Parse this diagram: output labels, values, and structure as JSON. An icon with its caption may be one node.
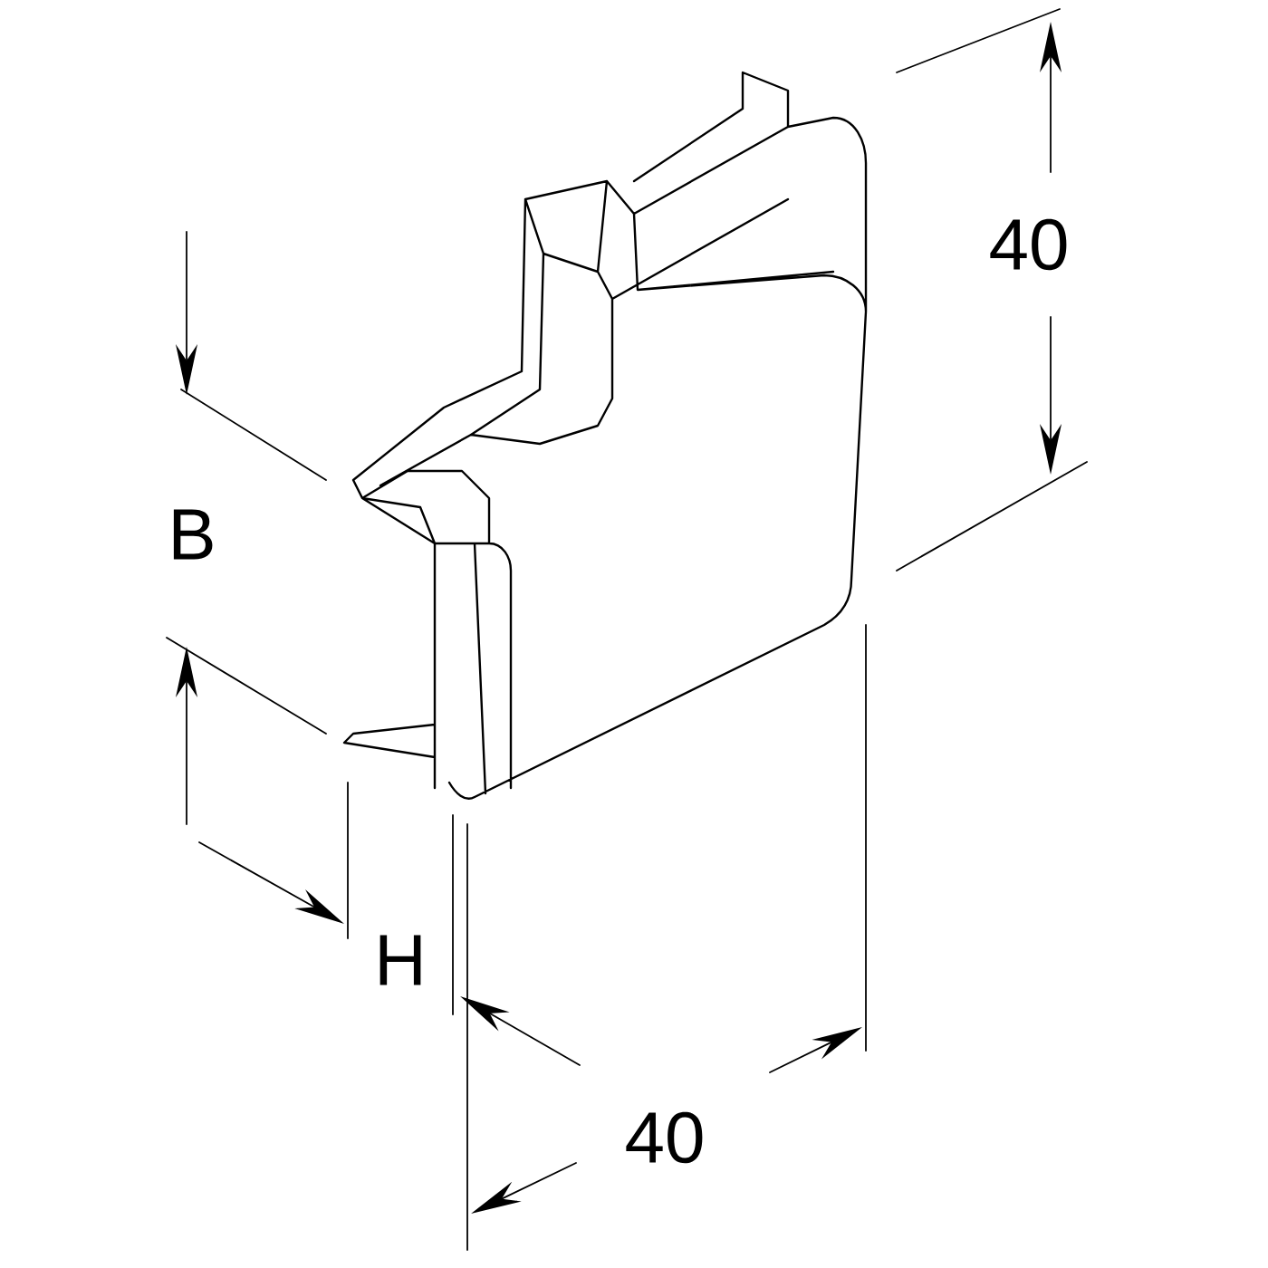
{
  "diagram": {
    "labels": [
      "40",
      "B",
      "H",
      "40"
    ]
  }
}
